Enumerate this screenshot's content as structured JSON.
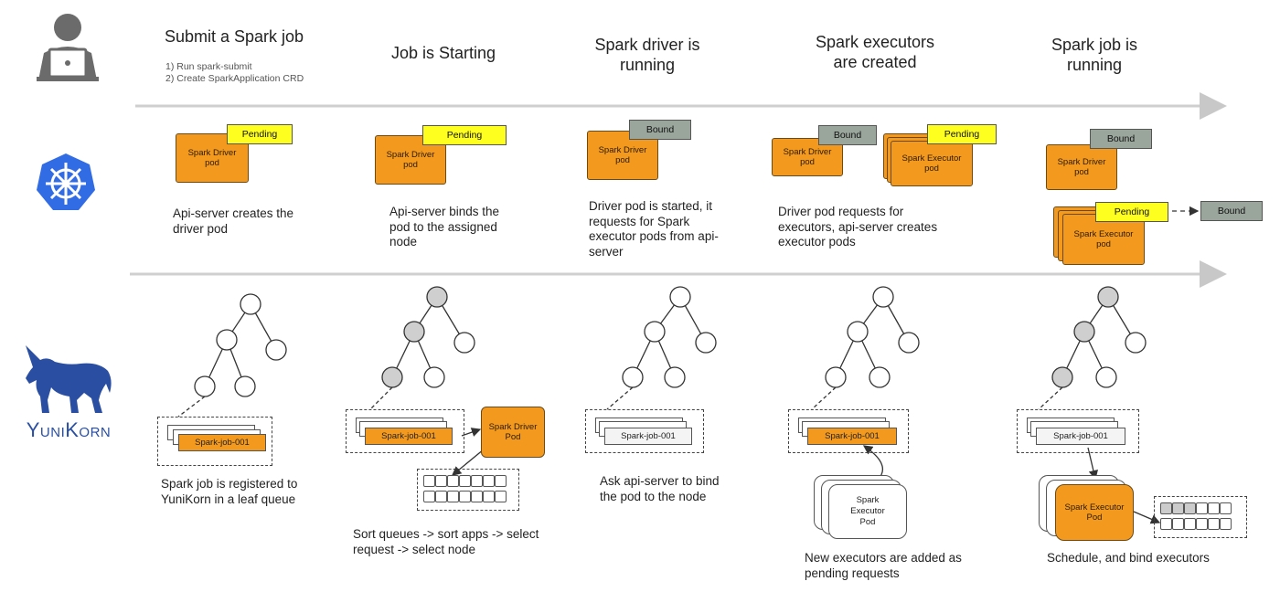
{
  "stages": [
    {
      "title": "Submit a Spark job",
      "steps": [
        "1) Run spark-submit",
        "2) Create SparkApplication CRD"
      ],
      "k8s_desc": "Api-server creates the driver pod",
      "yk_desc": "Spark job is registered to YuniKorn in a leaf queue"
    },
    {
      "title": "Job is Starting",
      "k8s_desc": "Api-server binds the pod to the assigned node",
      "yk_desc": "Sort queues -> sort apps -> select request -> select node"
    },
    {
      "title": "Spark driver is running",
      "k8s_desc": "Driver pod is started, it requests for Spark executor pods from api-server",
      "yk_desc": "Ask api-server to bind the pod to the node"
    },
    {
      "title": "Spark executors are created",
      "k8s_desc": "Driver pod requests for executors, api-server creates executor pods",
      "yk_desc": "New executors are added as pending requests"
    },
    {
      "title": "Spark job is running",
      "yk_desc": "Schedule, and bind executors"
    }
  ],
  "labels": {
    "spark_driver_pod": "Spark Driver pod",
    "spark_driver_pod_cap": "Spark Driver Pod",
    "spark_executor_pod": "Spark Executor pod",
    "spark_executor_pod_cap": "Spark Executor Pod",
    "pending": "Pending",
    "bound": "Bound",
    "job": "Spark-job-001",
    "yunikorn": "YuniKorn"
  },
  "icons": {
    "user": "person-with-laptop-icon",
    "k8s": "kubernetes-helm-icon",
    "yunikorn": "unicorn-icon"
  },
  "colors": {
    "pod": "#f39a1e",
    "pending": "#ffff1f",
    "bound": "#9aa59c",
    "k8s_blue": "#326ce5",
    "yunikorn_blue": "#2a4fa2"
  }
}
